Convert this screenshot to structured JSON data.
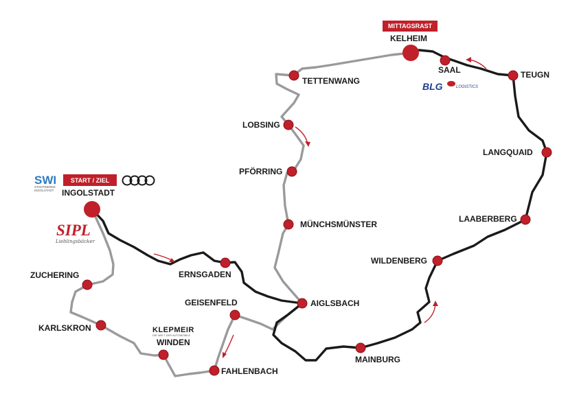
{
  "colors": {
    "marker": "#c0202a",
    "route_main": "#1a1a1a",
    "route_alt": "#9a9a9a",
    "badge": "#c0202a",
    "sponsor_blue": "#1d3f8f",
    "sipl_red": "#c0202a",
    "swi_green": "#5aa035",
    "swi_blue": "#2c7bbf"
  },
  "badges": {
    "start": "START / ZIEL",
    "rest": "MITTAGSRAST"
  },
  "towns": {
    "ingolstadt": "INGOLSTADT",
    "kelheim": "KELHEIM",
    "saal": "SAAL",
    "teugn": "TEUGN",
    "tettenwang": "TETTENWANG",
    "lobsing": "LOBSING",
    "pfoerring": "PFÖRRING",
    "muenchsmuenster": "MÜNCHSMÜNSTER",
    "langquaid": "LANGQUAID",
    "laaberberg": "LAABERBERG",
    "wildenberg": "WILDENBERG",
    "aiglsbach": "AIGLSBACH",
    "ernsgaden": "ERNSGADEN",
    "geisenfeld": "GEISENFELD",
    "zuchering": "ZUCHERING",
    "karlskron": "KARLSKRON",
    "winden": "WINDEN",
    "fahlenbach": "FAHLENBACH",
    "mainburg": "MAINBURG"
  },
  "logos": {
    "swi_mark": "SWI",
    "swi_line1": "STADTWERKE",
    "swi_line2": "INGOLSTADT",
    "sipl": "SIPL",
    "sipl_tagline": "Lieblingsbäcker",
    "blg": "BLG",
    "blg_tagline": "LOGISTICS",
    "klepmeir": "KLEPMEIR",
    "klepmeir_tagline": "DIE WELT DER AUTOMOBILE"
  },
  "icons": [
    "audi-rings-icon",
    "direction-arrow-icon",
    "town-marker-icon"
  ]
}
